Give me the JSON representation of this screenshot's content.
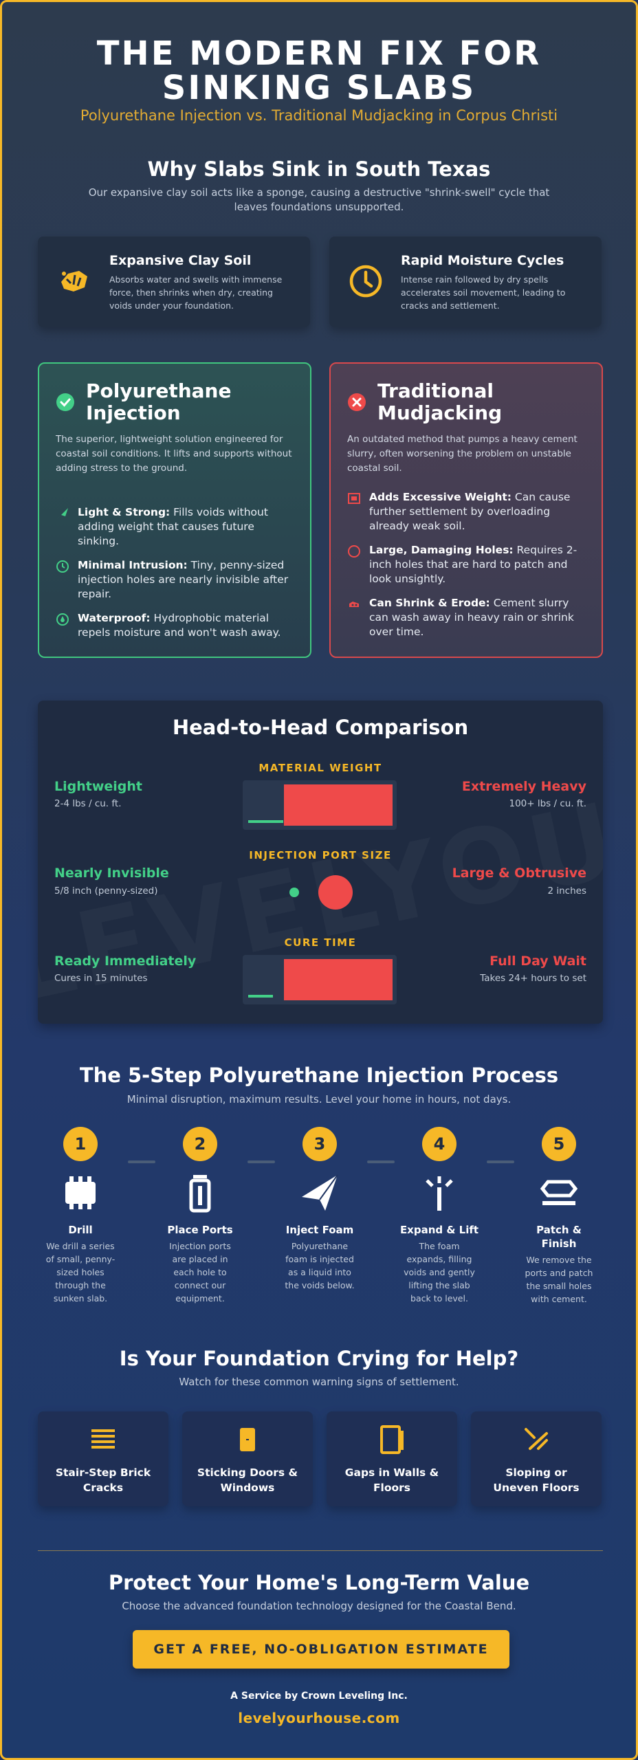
{
  "colors": {
    "accent": "#f6b827",
    "good": "#43d088",
    "bad": "#ef4a4a",
    "bg": "#1f3461"
  },
  "header": {
    "title_line1": "THE MODERN FIX FOR",
    "title_line2": "SINKING SLABS",
    "subtitle": "Polyurethane Injection vs. Traditional Mudjacking in Corpus Christi"
  },
  "why": {
    "title": "Why Slabs Sink in South Texas",
    "subtitle_line1": "Our expansive clay soil acts like a sponge, causing a destructive \"shrink-swell\" cycle that",
    "subtitle_line2": "leaves foundations unsupported.",
    "cards": [
      {
        "icon": "clay-soil-icon",
        "title": "Expansive Clay Soil",
        "text": "Absorbs water and swells with immense force, then shrinks when dry, creating voids under your foundation."
      },
      {
        "icon": "clock-icon",
        "title": "Rapid Moisture Cycles",
        "text": "Intense rain followed by dry spells accelerates soil movement, leading to cracks and settlement."
      }
    ]
  },
  "methods": {
    "poly": {
      "icon": "check-circle-icon",
      "title_line1": "Polyurethane",
      "title_line2": "Injection",
      "desc": "The superior, lightweight solution engineered for coastal soil conditions. It lifts and supports without adding stress to the ground.",
      "features": [
        {
          "icon": "feather-icon",
          "bold": "Light & Strong:",
          "text": " Fills voids without adding weight that causes future sinking."
        },
        {
          "icon": "target-icon",
          "bold": "Minimal Intrusion:",
          "text": " Tiny, penny-sized injection holes are nearly invisible after repair."
        },
        {
          "icon": "droplet-icon",
          "bold": "Waterproof:",
          "text": " Hydrophobic material repels moisture and won't wash away."
        }
      ]
    },
    "mud": {
      "icon": "x-circle-icon",
      "title_line1": "Traditional",
      "title_line2": "Mudjacking",
      "desc": "An outdated method that pumps a heavy cement slurry, often worsening the problem on unstable coastal soil.",
      "features": [
        {
          "icon": "weight-icon",
          "bold": "Adds Excessive Weight:",
          "text": " Can cause further settlement by overloading already weak soil."
        },
        {
          "icon": "circle-hole-icon",
          "bold": "Large, Damaging Holes:",
          "text": " Requires 2-inch holes that are hard to patch and look unsightly."
        },
        {
          "icon": "erosion-icon",
          "bold": "Can Shrink & Erode:",
          "text": " Cement slurry can wash away in heavy rain or shrink over time."
        }
      ]
    }
  },
  "comparison": {
    "title": "Head-to-Head Comparison",
    "watermark": "LEVELYOURHOUSE",
    "rows": [
      {
        "label": "MATERIAL WEIGHT",
        "left_value": "Lightweight",
        "left_sub": "2-4 lbs / cu. ft.",
        "right_value": "Extremely Heavy",
        "right_sub": "100+ lbs / cu. ft.",
        "left_share": 0.03,
        "right_share": 1.0
      },
      {
        "label": "INJECTION PORT SIZE",
        "left_value": "Nearly Invisible",
        "left_sub": "5/8 inch (penny-sized)",
        "right_value": "Large & Obtrusive",
        "right_sub": "2 inches"
      },
      {
        "label": "CURE TIME",
        "left_value": "Ready Immediately",
        "left_sub": "Cures in 15 minutes",
        "right_value": "Full Day Wait",
        "right_sub": "Takes 24+ hours to set",
        "left_share": 0.01,
        "right_share": 1.0
      }
    ]
  },
  "process": {
    "title": "The 5-Step Polyurethane Injection Process",
    "subtitle": "Minimal disruption, maximum results. Level your home in hours, not days.",
    "steps": [
      {
        "num": "1",
        "icon": "drill-icon",
        "name": "Drill",
        "desc": "We drill a series of small, penny-sized holes through the sunken slab."
      },
      {
        "num": "2",
        "icon": "port-icon",
        "name": "Place Ports",
        "desc": "Injection ports are placed in each hole to connect our equipment."
      },
      {
        "num": "3",
        "icon": "inject-icon",
        "name": "Inject Foam",
        "desc": "Polyurethane foam is injected as a liquid into the voids below."
      },
      {
        "num": "4",
        "icon": "expand-icon",
        "name": "Expand & Lift",
        "desc": "The foam expands, filling voids and gently lifting the slab back to level."
      },
      {
        "num": "5",
        "icon": "patch-icon",
        "name": "Patch & Finish",
        "desc": "We remove the ports and patch the small holes with cement."
      }
    ]
  },
  "signs": {
    "title": "Is Your Foundation Crying for Help?",
    "subtitle": "Watch for these common warning signs of settlement.",
    "items": [
      {
        "icon": "brick-cracks-icon",
        "label": "Stair-Step Brick Cracks"
      },
      {
        "icon": "door-icon",
        "label": "Sticking Doors & Windows"
      },
      {
        "icon": "wall-gap-icon",
        "label": "Gaps in Walls & Floors"
      },
      {
        "icon": "slope-icon",
        "label": "Sloping or Uneven Floors"
      }
    ]
  },
  "cta": {
    "title": "Protect Your Home's Long-Term Value",
    "subtitle": "Choose the advanced foundation technology designed for the Coastal Bend.",
    "button": "GET A FREE, NO-OBLIGATION ESTIMATE",
    "company": "A Service by Crown Leveling Inc.",
    "website": "levelyourhouse.com"
  }
}
